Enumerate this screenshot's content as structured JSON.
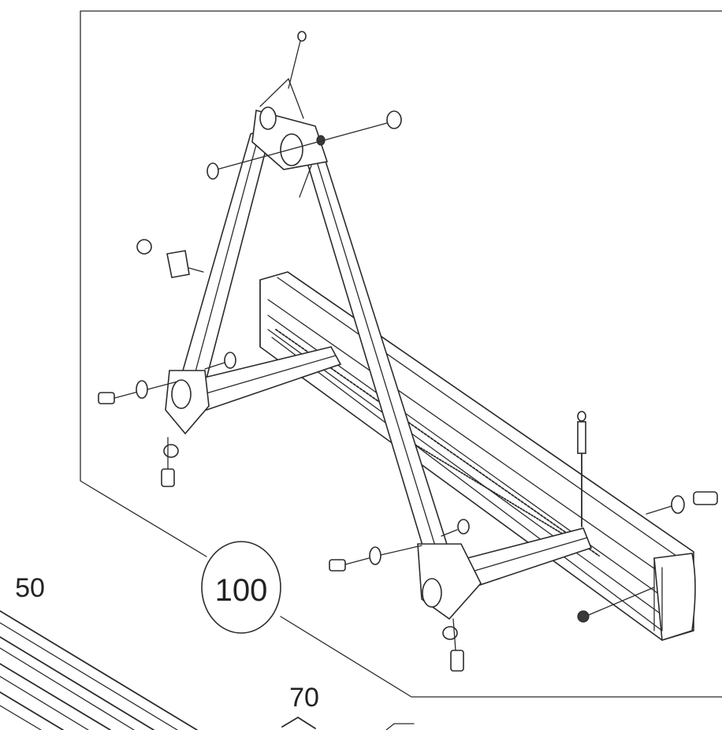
{
  "callouts": {
    "assembly": "100",
    "left_part": "50",
    "bottom_part": "70"
  }
}
